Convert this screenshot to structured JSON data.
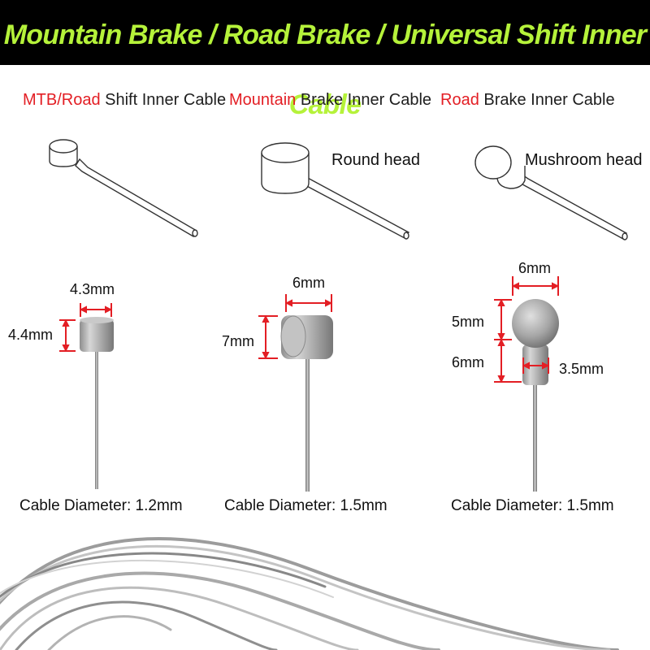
{
  "banner": {
    "title": "Mountain Brake / Road Brake / Universal Shift Inner Cable",
    "title_color": "#b5f23a",
    "background": "#000000"
  },
  "highlight_color": "#e31e24",
  "cables": [
    {
      "label_highlight": "MTB/Road",
      "label_rest": " Shift Inner Cable",
      "head_label": "",
      "dims": [
        "4.3mm",
        "4.4mm"
      ],
      "diameter": "Cable Diameter: 1.2mm"
    },
    {
      "label_highlight": "Mountain",
      "label_rest": " Brake Inner Cable",
      "head_label": "Round head",
      "dims": [
        "6mm",
        "7mm"
      ],
      "diameter": "Cable Diameter: 1.5mm"
    },
    {
      "label_highlight": "Road",
      "label_rest": " Brake Inner Cable",
      "head_label": "Mushroom head",
      "dims": [
        "6mm",
        "5mm",
        "6mm",
        "3.5mm"
      ],
      "diameter": "Cable Diameter: 1.5mm"
    }
  ]
}
